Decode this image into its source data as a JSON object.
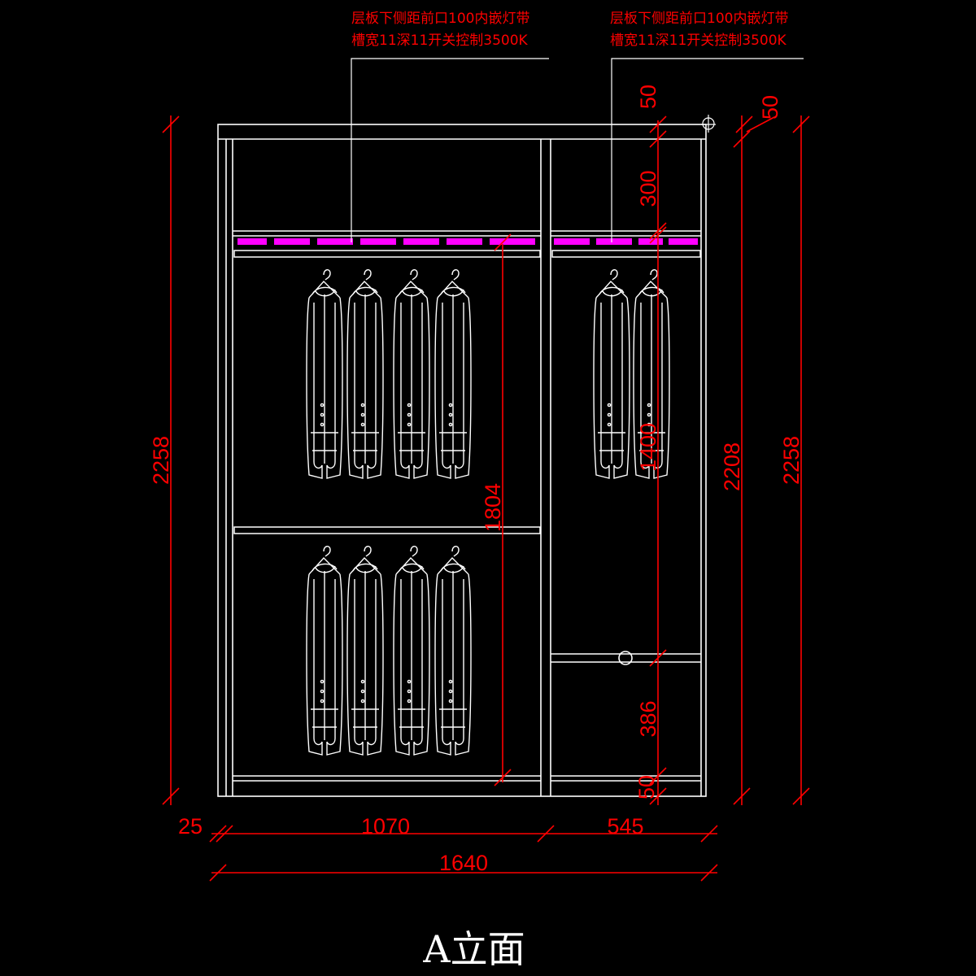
{
  "title": "A立面",
  "notes": {
    "left": {
      "line1": "层板下侧距前口100内嵌灯带",
      "line2": "槽宽11深11开关控制3500K"
    },
    "right": {
      "line1": "层板下侧距前口100内嵌灯带",
      "line2": "槽宽11深11开关控制3500K"
    }
  },
  "dimensions": {
    "overall_height_left": "2258",
    "overall_height_right": "2258",
    "inner_height": "2208",
    "top_panel": "50",
    "top_panel_side": "50",
    "top_compartment": "300",
    "left_hanging_height": "1804",
    "right_hanging_height": "1400",
    "drawer_height": "386",
    "bottom_plinth": "50",
    "side_panel": "25",
    "left_bay_width": "1070",
    "right_bay_width": "545",
    "overall_width": "1640"
  },
  "colors": {
    "background": "#000000",
    "linework": "#ffffff",
    "dimension": "#ff0000",
    "led_strip": "#ff00ff"
  }
}
